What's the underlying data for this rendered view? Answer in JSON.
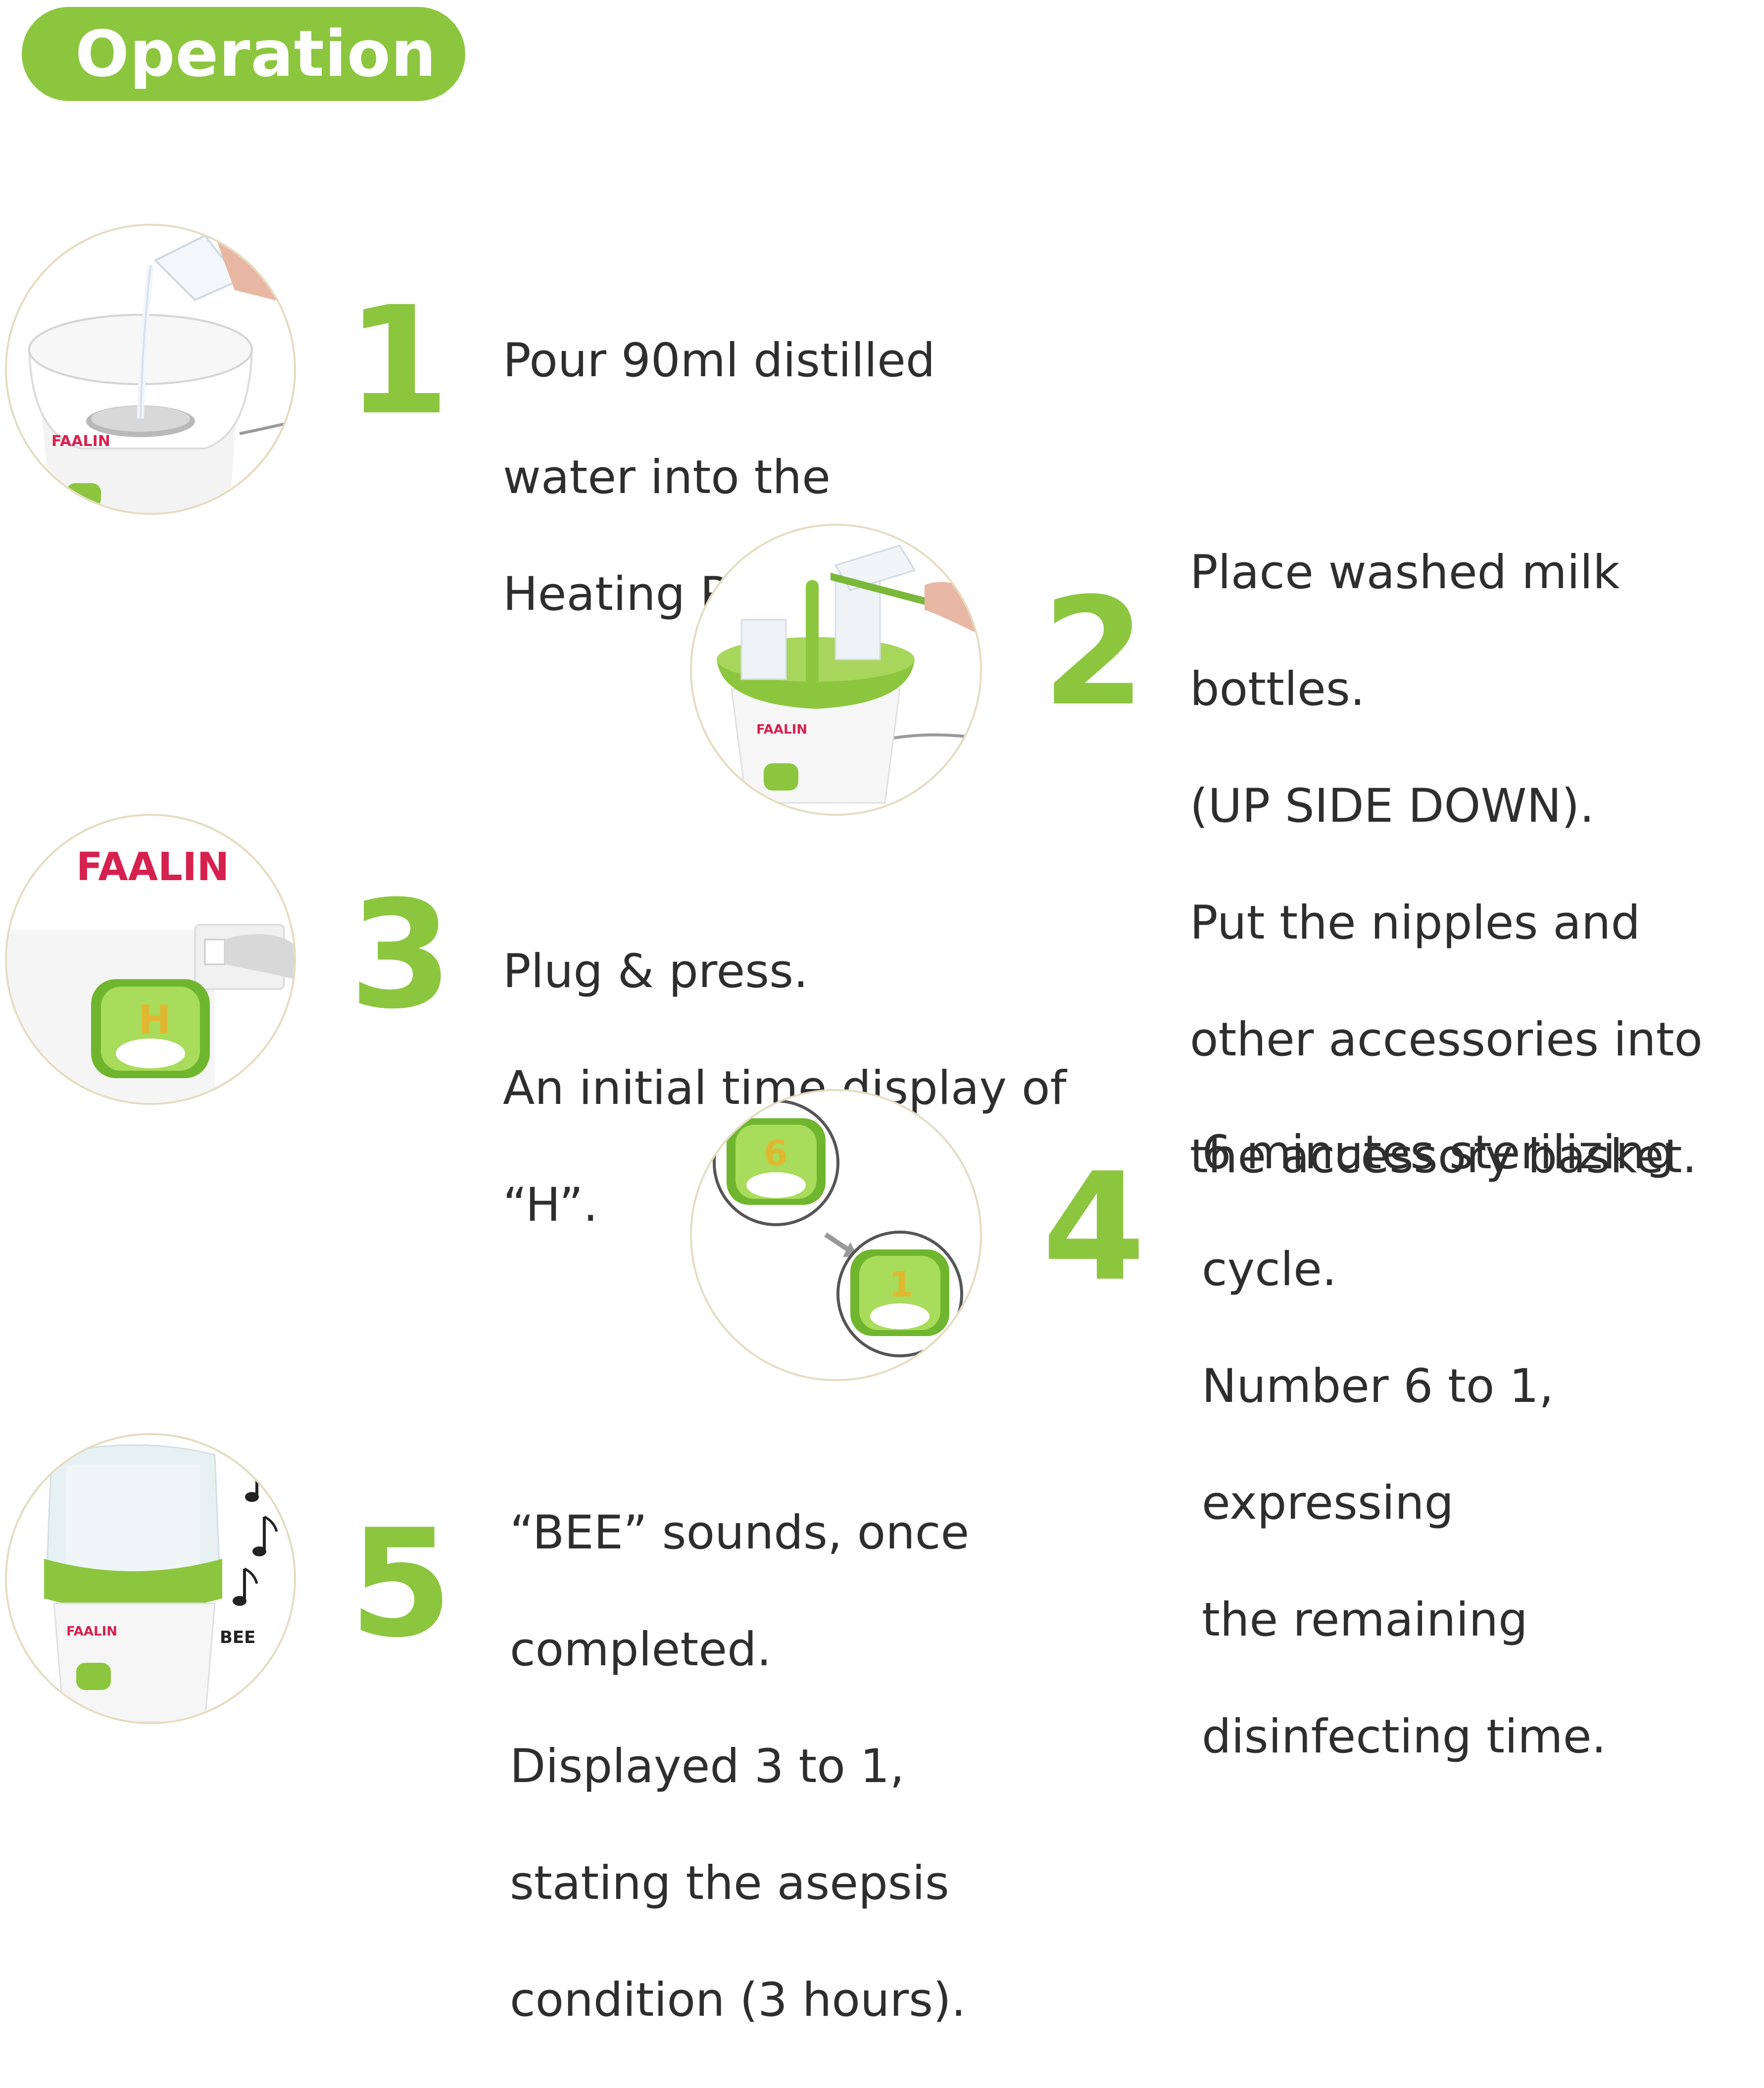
{
  "header": {
    "title": "Operation"
  },
  "colors": {
    "accent": "#8cc63f",
    "brand_red": "#d6214f",
    "text": "#2e2e2e"
  },
  "steps": [
    {
      "number": "1",
      "lines": [
        "Pour 90ml distilled",
        "water into the",
        "Heating Port."
      ]
    },
    {
      "number": "2",
      "lines": [
        "Place washed milk",
        "bottles.",
        "(UP SIDE DOWN).",
        "Put the nipples and",
        "other accessories into",
        "the accessory basket."
      ]
    },
    {
      "number": "3",
      "lines": [
        "Plug & press.",
        "An initial time display of",
        "“H”."
      ]
    },
    {
      "number": "4",
      "lines": [
        "6 minutes sterilizing",
        "cycle.",
        "Number 6 to 1,",
        "expressing",
        "the remaining",
        "disinfecting time."
      ]
    },
    {
      "number": "5",
      "lines": [
        "“BEE” sounds, once",
        "completed.",
        "Displayed 3 to 1,",
        "stating the asepsis",
        "condition (3 hours)."
      ]
    }
  ],
  "images": {
    "brand_small": "FAALIN",
    "brand_large": "FAALIN",
    "sound_label": "BEE",
    "display_h": "H",
    "display_6": "6",
    "display_1": "1"
  }
}
